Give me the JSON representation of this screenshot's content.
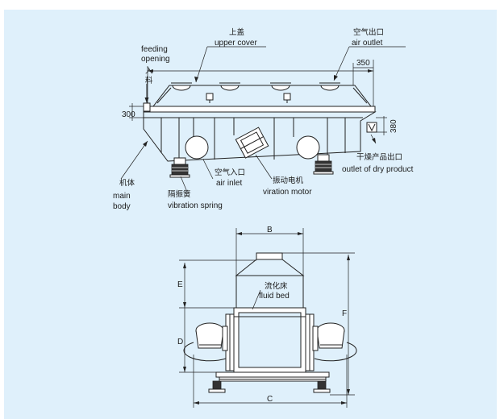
{
  "top_view": {
    "upper_cover_cn": "上盖",
    "upper_cover_en": "upper cover",
    "air_outlet_cn": "空气出口",
    "air_outlet_en": "air outlet",
    "feeding_opening_en_1": "feeding",
    "feeding_opening_en_2": "opening",
    "feeding_cn_1": "入",
    "feeding_cn_2": "料",
    "dim_350": "350",
    "dim_300": "300",
    "dim_380": "380",
    "dry_product_cn": "干燥产品出口",
    "dry_product_en": "outlet of dry product",
    "main_body_cn": "机体",
    "main_body_en_1": "main",
    "main_body_en_2": "body",
    "air_inlet_cn": "空气入口",
    "air_inlet_en": "air inlet",
    "vibration_motor_cn": "振动电机",
    "vibration_motor_en": "viration motor",
    "vibration_spring_cn": "隔振簧",
    "vibration_spring_en": "vibration spring"
  },
  "front_view": {
    "dim_b": "B",
    "dim_e": "E",
    "dim_d": "D",
    "dim_f": "F",
    "dim_c": "C",
    "fluid_bed_cn": "流化床",
    "fluid_bed_en": "fluid bed"
  }
}
